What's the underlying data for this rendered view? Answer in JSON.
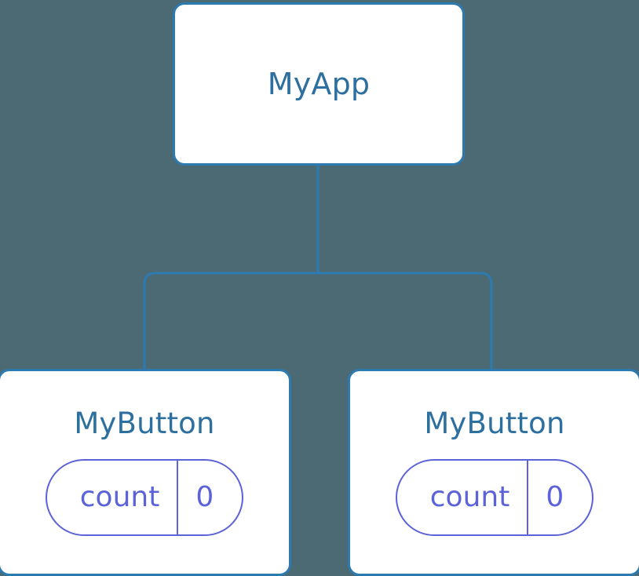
{
  "diagram": {
    "background_color": "#4c6a73",
    "node_border_color": "#2d7ab0",
    "node_fill_color": "#ffffff",
    "node_title_color": "#2d6f9e",
    "prop_accent_color": "#5c63d8",
    "edge_color": "#2d7ab0",
    "root": {
      "title": "MyApp"
    },
    "children": [
      {
        "title": "MyButton",
        "prop": {
          "key": "count",
          "value": "0"
        }
      },
      {
        "title": "MyButton",
        "prop": {
          "key": "count",
          "value": "0"
        }
      }
    ]
  }
}
